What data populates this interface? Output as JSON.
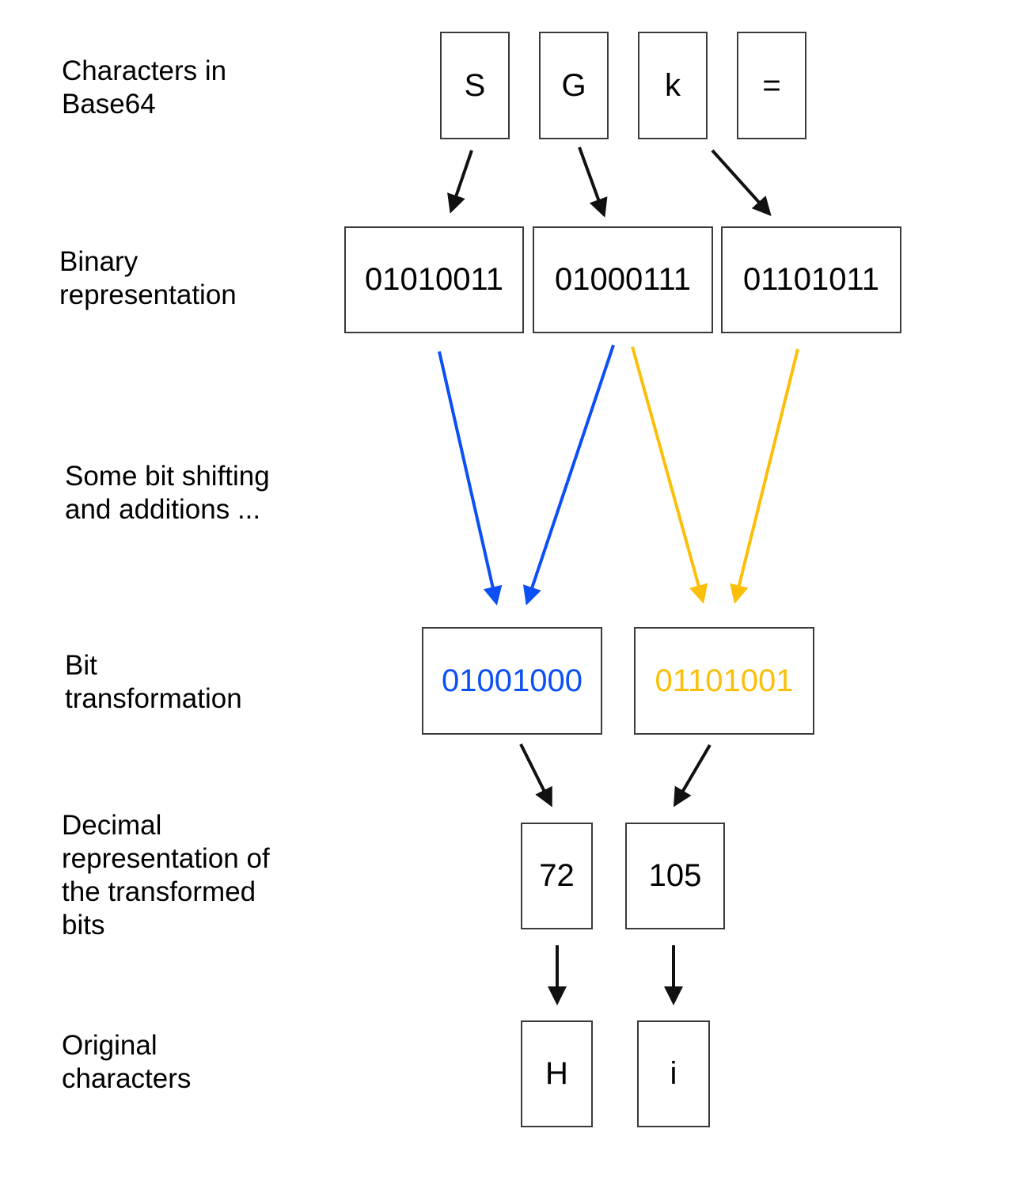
{
  "labels": {
    "base64": "Characters in\nBase64",
    "binary": "Binary\nrepresentation",
    "shifting": "Some bit shifting\nand additions ...",
    "transformation": "Bit\ntransformation",
    "decimal": "Decimal\nrepresentation of\nthe transformed\nbits",
    "original": "Original\ncharacters"
  },
  "base64_chars": [
    "S",
    "G",
    "k",
    "="
  ],
  "binary_values": [
    "01010011",
    "01000111",
    "01101011"
  ],
  "transformed_bits": [
    {
      "value": "01001000",
      "color": "#0b4ff5"
    },
    {
      "value": "01101001",
      "color": "#fbbf0a"
    }
  ],
  "decimal_values": [
    "72",
    "105"
  ],
  "original_chars": [
    "H",
    "i"
  ],
  "colors": {
    "blue": "#0b4ff5",
    "yellow": "#fbbf0a",
    "black_arrow": "#111111",
    "box_border": "#3a3a3a"
  }
}
